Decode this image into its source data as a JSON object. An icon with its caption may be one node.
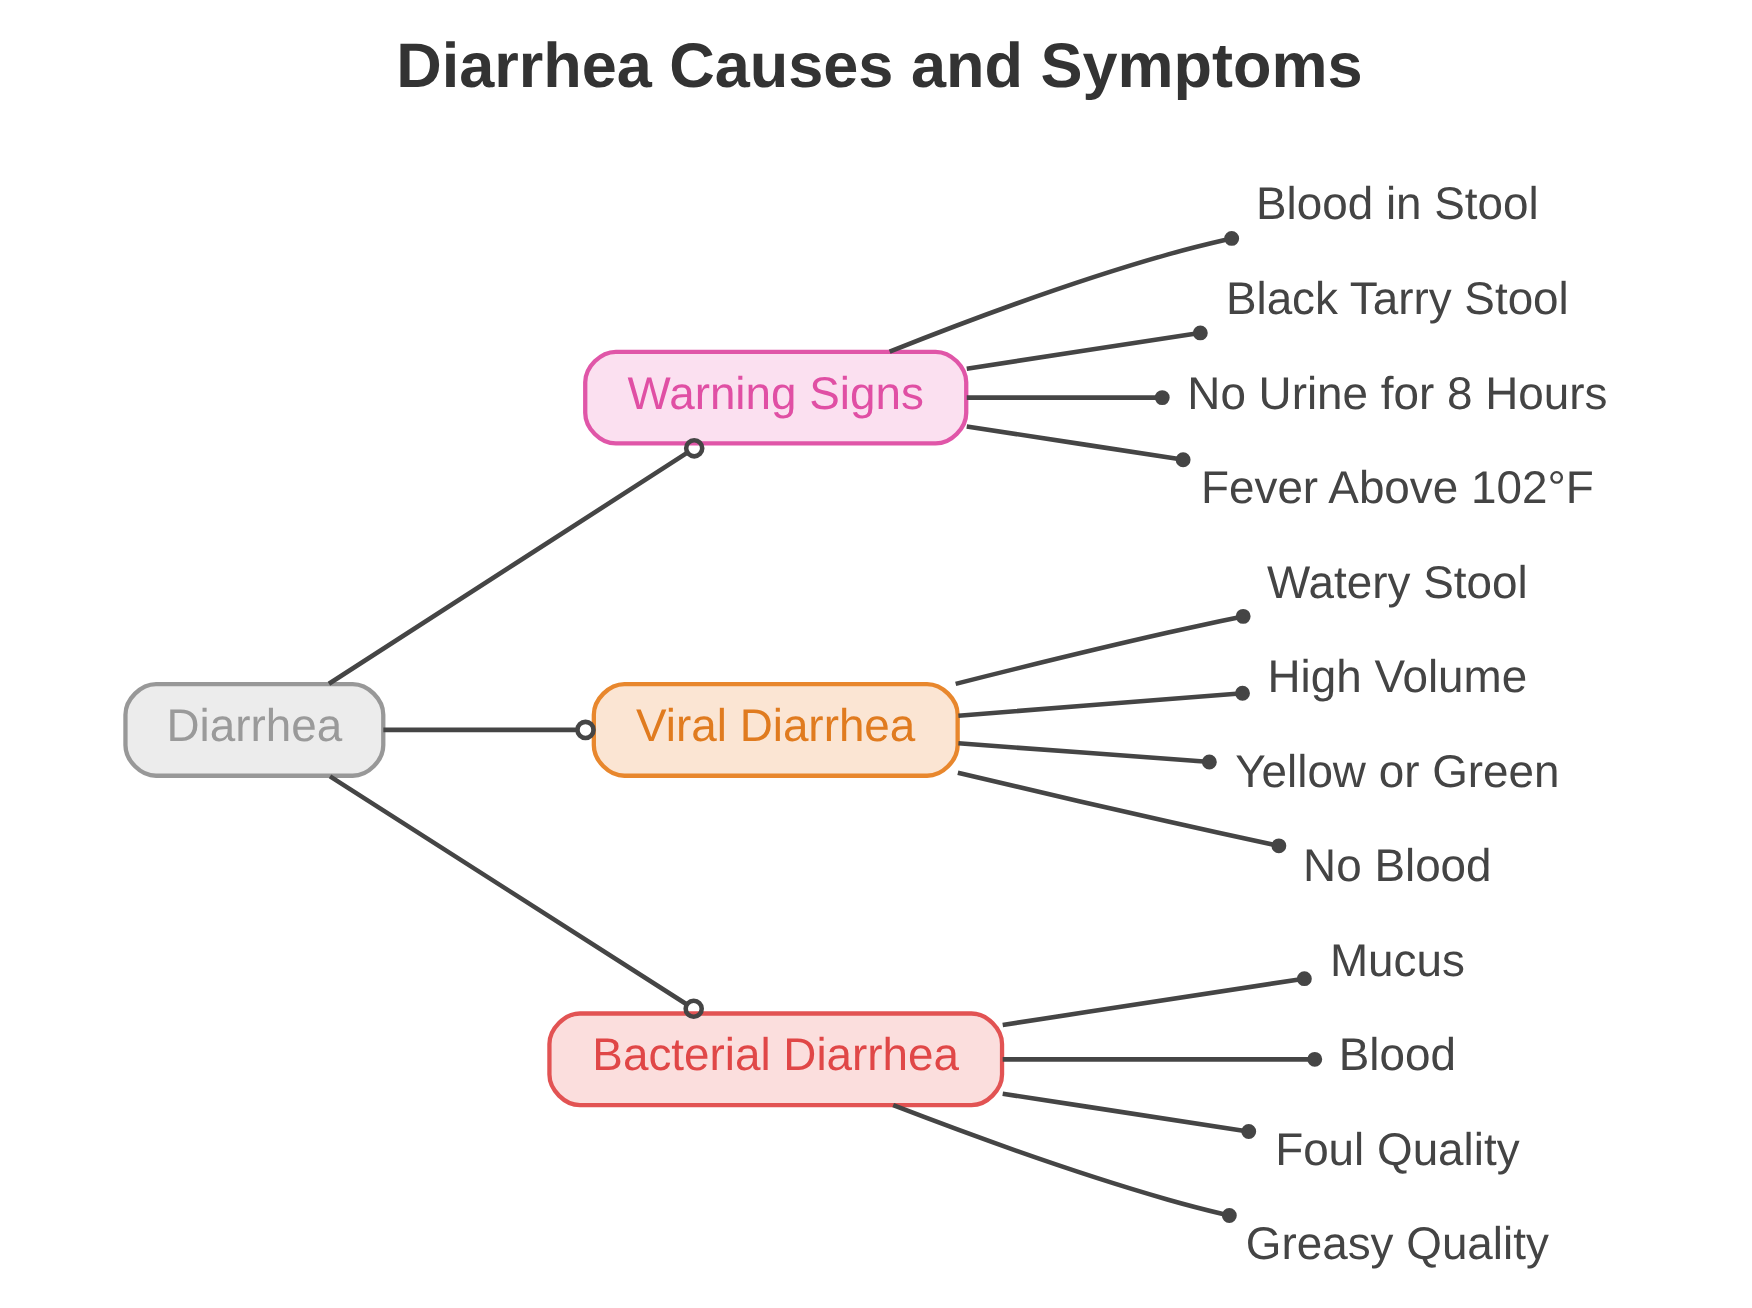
{
  "diagram": {
    "title": "Diarrhea Causes and Symptoms",
    "nodes": [
      {
        "text": [
          "Warning Signs"
        ]
      },
      {
        "text": [
          "Blood in Stool"
        ]
      },
      {
        "text": [
          "Black Tarry Stool"
        ]
      },
      {
        "text": [
          "No Urine for 8 Hours"
        ]
      },
      {
        "text": [
          "Fever Above 102°F"
        ]
      },
      {
        "text": [
          "Viral Diarrhea"
        ]
      },
      {
        "text": [
          "Watery Stool"
        ]
      },
      {
        "text": [
          "High Volume"
        ]
      },
      {
        "text": [
          "Yellow or Green"
        ]
      },
      {
        "text": [
          "No Blood"
        ]
      },
      {
        "text": [
          "Diarrhea"
        ]
      },
      {
        "text": [
          "Bacterial Diarrhea"
        ]
      },
      {
        "text": [
          "Mucus"
        ]
      },
      {
        "text": [
          "Blood"
        ]
      },
      {
        "text": [
          "Foul Quality"
        ]
      },
      {
        "text": [
          "Greasy Quality"
        ]
      }
    ],
    "edges": [
      {
        "from": 10,
        "to": 0,
        "arrow": "other"
      },
      {
        "from": 10,
        "to": 5,
        "arrow": "other"
      },
      {
        "from": 10,
        "to": 11,
        "arrow": "other"
      },
      {
        "from": 0,
        "to": 1,
        "arrow": "other"
      },
      {
        "from": 0,
        "to": 2,
        "arrow": "other"
      },
      {
        "from": 0,
        "to": 3,
        "arrow": "other"
      },
      {
        "from": 0,
        "to": 4,
        "arrow": "other"
      },
      {
        "from": 5,
        "to": 6,
        "arrow": "other"
      },
      {
        "from": 5,
        "to": 7,
        "arrow": "other"
      },
      {
        "from": 5,
        "to": 8,
        "arrow": "other"
      },
      {
        "from": 5,
        "to": 9,
        "arrow": "other"
      },
      {
        "from": 11,
        "to": 12,
        "arrow": "other"
      },
      {
        "from": 11,
        "to": 13,
        "arrow": "other"
      },
      {
        "from": 11,
        "to": 14,
        "arrow": "other"
      },
      {
        "from": 11,
        "to": 15,
        "arrow": "other"
      }
    ]
  }
}
